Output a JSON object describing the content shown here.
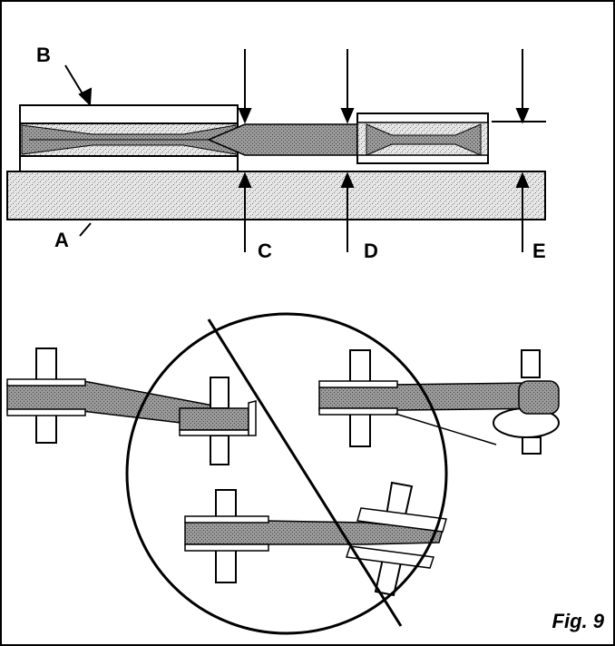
{
  "labels": {
    "a": "A",
    "b": "B",
    "c": "C",
    "d": "D",
    "e": "E"
  },
  "caption": "Fig. 9"
}
